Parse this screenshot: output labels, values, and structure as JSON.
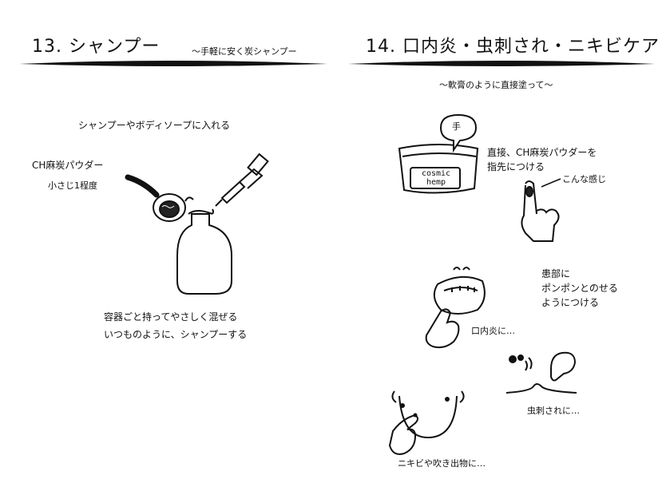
{
  "left": {
    "title": "13. シャンプー",
    "subtitle": "～手軽に安く炭シャンプー",
    "instruction": "シャンプーやボディソープに入れる",
    "powder_label": "CH麻炭パウダー",
    "powder_amount": "小さじ1程度",
    "mix_line1": "容器ごと持ってやさしく混ぜる",
    "mix_line2": "いつものように、シャンプーする"
  },
  "right": {
    "title": "14. 口内炎・虫刺され・ニキビケア",
    "subtitle": "～軟膏のように直接塗って～",
    "hand_tag": "手",
    "bag_label_line1": "cosmic",
    "bag_label_line2": "hemp",
    "direct_line1": "直接、CH麻炭パウダーを",
    "direct_line2": "指先につける",
    "feel_note": "こんな感じ",
    "apply_line1": "患部に",
    "apply_line2": "ポンポンとのせる",
    "apply_line3": "ようにつける",
    "mouth_caption": "口内炎に…",
    "bite_caption": "虫刺されに…",
    "acne_caption": "ニキビや吹き出物に…"
  }
}
